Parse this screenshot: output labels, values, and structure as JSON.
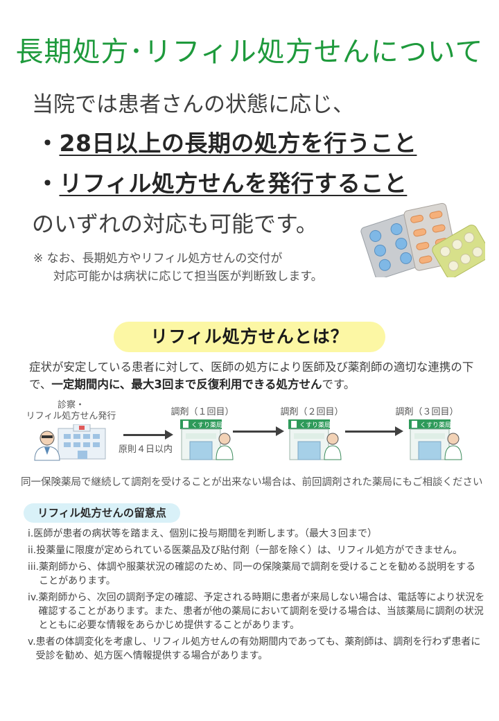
{
  "title": "長期処方･リフィル処方せんについて",
  "intro": "当院では患者さんの状態に応じ、",
  "bullets": [
    {
      "dot": "・",
      "text": "28日以上の長期の処方を行うこと"
    },
    {
      "dot": "・",
      "text": "リフィル処方せんを発行すること"
    }
  ],
  "outro": "のいずれの対応も可能です。",
  "note": {
    "mark": "※",
    "line1": "なお、長期処方やリフィル処方せんの交付が",
    "line2": "対応可能かは病状に応じて担当医が判断致します。"
  },
  "refill_badge": "リフィル処方せんとは？",
  "description": {
    "part1": "症状が安定している患者に対して、医師の処方により医師及び薬剤師の適切な連携の下で、",
    "bold": "一定期間内に、最大3回まで反復利用できる処方せん",
    "part2": "です。"
  },
  "flow": {
    "step0_line1": "診察・",
    "step0_line2": "リフィル処方せん発行",
    "step1": "調剤（１回目）",
    "step2": "調剤（２回目）",
    "step3": "調剤（３回目）",
    "within": "原則４日以内",
    "pharmacy_sign": "くすり薬局"
  },
  "flow_note": "同一保険薬局で継続して調剤を受けることが出来ない場合は、前回調剤された薬局にもご相談ください",
  "caution_badge": "リフィル処方せんの留意点",
  "cautions": [
    {
      "num": "i.  ",
      "text": "医師が患者の病状等を踏まえ、個別に投与期間を判断します。（最大３回まで）"
    },
    {
      "num": "ii. ",
      "text": "投薬量に限度が定められている医薬品及び貼付剤（一部を除く）は、リフィル処方ができません。"
    },
    {
      "num": "iii.",
      "text": "薬剤師から、体調や服薬状況の確認のため、同一の保険薬局で調剤を受けることを勧める説明をすることがあります。"
    },
    {
      "num": "iv.",
      "text": "薬剤師から、次回の調剤予定の確認、予定される時期に患者が来局しない場合は、電話等により状況を確認することがあります。また、患者が他の薬局において調剤を受ける場合は、当該薬局に調剤の状況とともに必要な情報をあらかじめ提供することがあります。"
    },
    {
      "num": "v. ",
      "text": "患者の体調変化を考慮し、リフィル処方せんの有効期間内であっても、薬剤師は、調剤を行わず患者に受診を勧め、処方医へ情報提供する場合があります。"
    }
  ],
  "colors": {
    "title_green": "#1e9a3c",
    "badge_yellow": "#fcf7a4",
    "badge_blue": "#d9f1f8"
  }
}
